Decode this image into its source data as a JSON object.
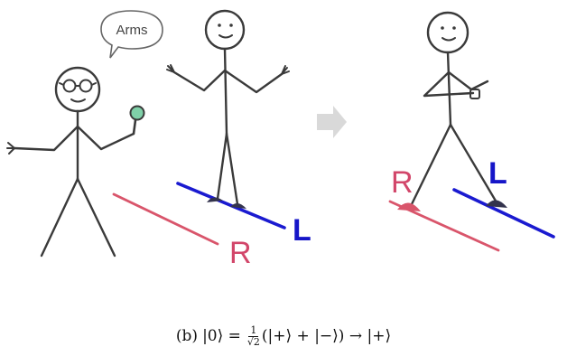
{
  "speech_bubble": {
    "text": "Arms"
  },
  "labels": {
    "left_scene_R": "R",
    "left_scene_L": "L",
    "right_scene_R": "R",
    "right_scene_L": "L"
  },
  "caption": {
    "prefix": "(b)",
    "lhs": "|0⟩ =",
    "frac_num": "1",
    "frac_den": "√2",
    "rhs": "(|+⟩ + |−⟩) → |+⟩"
  },
  "colors": {
    "red_line": "#d9556b",
    "blue_line": "#1a1ad0",
    "red_label": "#d2466a",
    "blue_label": "#1515c8",
    "figure": "#3a3a3a",
    "arrow": "#d9d9d9",
    "magnifier": "#7fd0a8"
  }
}
